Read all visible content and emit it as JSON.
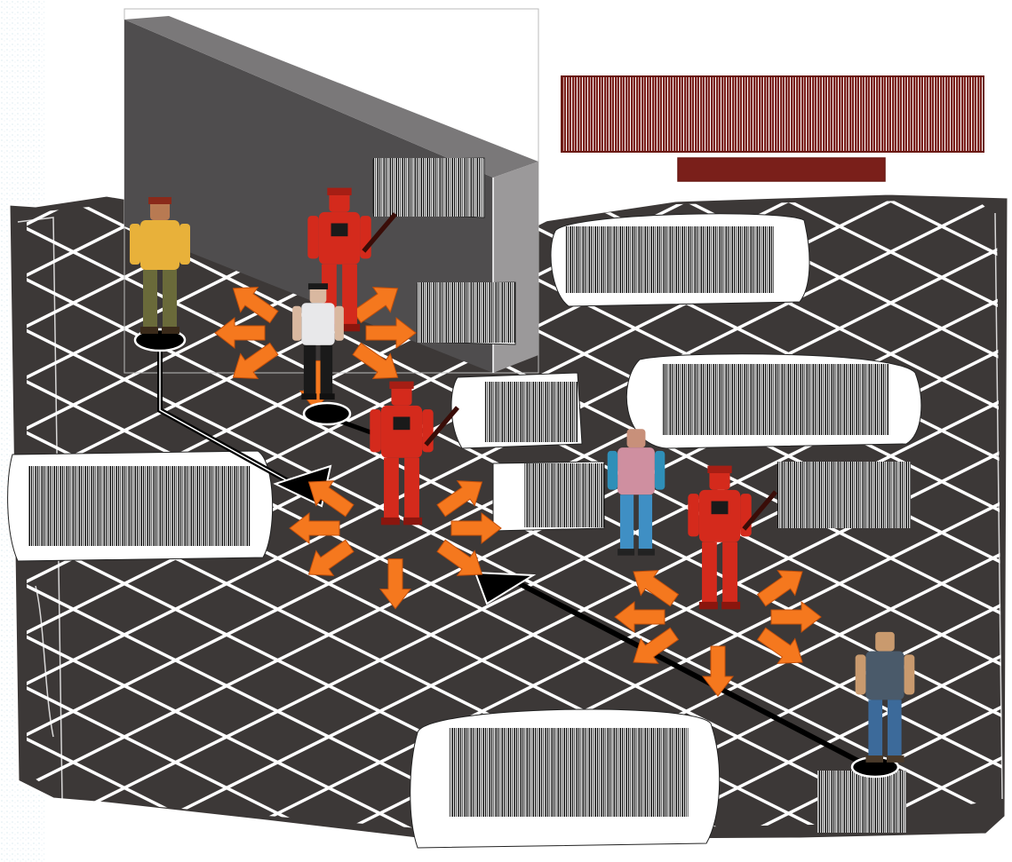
{
  "scene": {
    "title_banner": {
      "text": "",
      "color": "#7a1f1a"
    },
    "subtitle_banner": {
      "text": "",
      "color": "#7a1f1a"
    },
    "colors": {
      "floor": "#3c3837",
      "grid_lines": "#ffffff",
      "wall_front": "#525051",
      "wall_top": "#7a7879",
      "wall_side": "#9a9899",
      "callout_fill": "#ffffff",
      "movement_arrow": "#f5781e",
      "enemy": "#d42a1c",
      "path_line": "#000000"
    },
    "callouts": [
      {
        "name": "callout-left",
        "text": ""
      },
      {
        "name": "callout-top-right",
        "text": ""
      },
      {
        "name": "callout-middle-right",
        "text": ""
      },
      {
        "name": "callout-bottom",
        "text": ""
      },
      {
        "name": "callout-wall-1",
        "text": ""
      },
      {
        "name": "callout-wall-2",
        "text": ""
      },
      {
        "name": "callout-center",
        "text": ""
      },
      {
        "name": "callout-right-small",
        "text": ""
      }
    ],
    "characters": [
      {
        "name": "character-yellow-coat",
        "role": "player"
      },
      {
        "name": "character-schoolgirl",
        "role": "npc"
      },
      {
        "name": "character-red-enemy-top",
        "role": "enemy"
      },
      {
        "name": "character-red-enemy-center",
        "role": "enemy"
      },
      {
        "name": "character-pink-shirt",
        "role": "npc"
      },
      {
        "name": "character-red-enemy-right",
        "role": "enemy"
      },
      {
        "name": "character-denim-brawler",
        "role": "player"
      }
    ],
    "icons": {
      "movement": "arrow-icon",
      "path": "path-arrow-icon",
      "base": "character-base-icon"
    }
  }
}
